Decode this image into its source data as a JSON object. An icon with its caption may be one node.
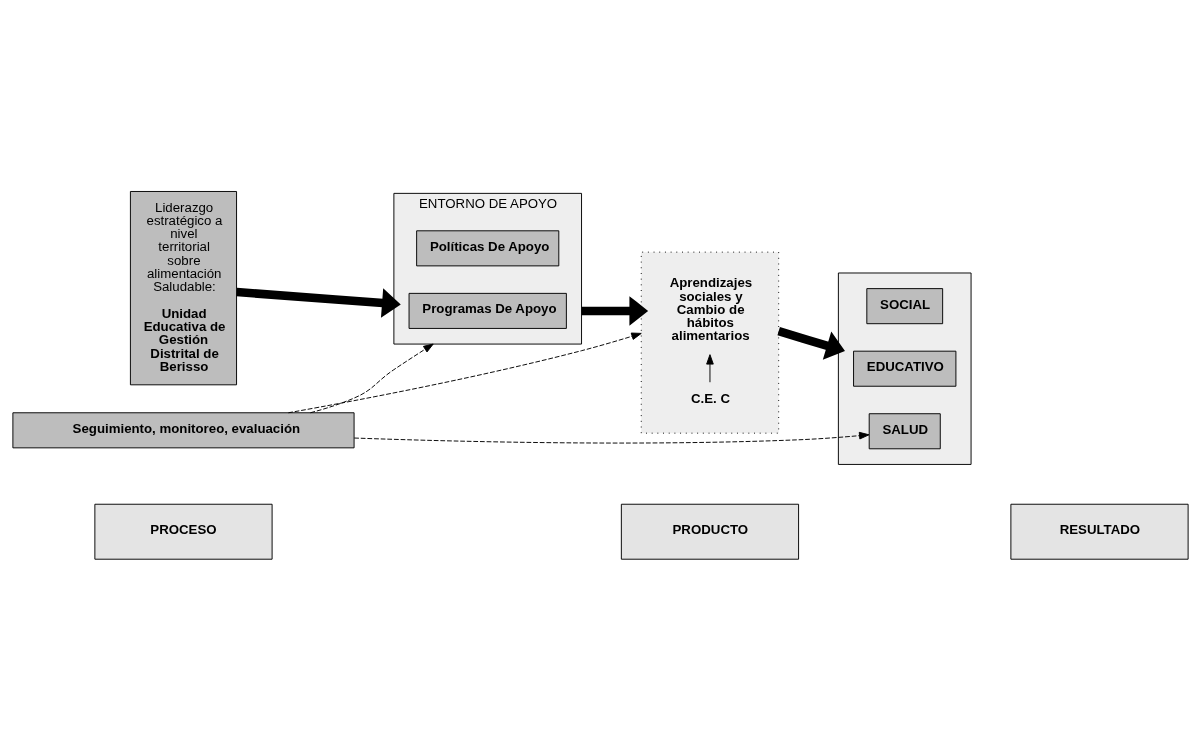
{
  "diagram": {
    "nodes": [
      {
        "text": [
          "PROCESO"
        ]
      },
      {
        "text": [
          "PRODUCTO"
        ]
      },
      {
        "text": [
          "RESULTADO"
        ]
      },
      {
        "text": [
          "Liderazgo estratégico a nivel territorial sobre alimentación Saludable:",
          "Unidad Educativa de Gestión Distrital de Berisso"
        ]
      },
      {
        "text": [
          "ENTORNO DE APOYO"
        ]
      },
      {
        "text": [
          "Políticas De Apoyo"
        ],
        "in": 4
      },
      {
        "text": [
          "Programas De Apoyo"
        ],
        "in": 4
      },
      {
        "text": [],
        "shape": "box"
      },
      {
        "text": [
          "C.E. C"
        ],
        "in": 7
      },
      {
        "text": [
          "Aprendizajes sociales y Cambio de hábitos alimentarios"
        ],
        "in": 7
      },
      {
        "text": [],
        "shape": "box"
      },
      {
        "text": [
          "SOCIAL"
        ],
        "in": 10
      },
      {
        "text": [
          "EDUCATIVO"
        ],
        "in": 10
      },
      {
        "text": [
          "SALUD"
        ],
        "in": 10
      },
      {
        "text": [
          "Seguimiento, monitoreo, evaluación"
        ]
      }
    ],
    "edges": [
      {
        "from": 3,
        "to": 4,
        "arrow": "to",
        "style": "thick"
      },
      {
        "from": 4,
        "to": 7,
        "arrow": "to",
        "style": "thick"
      },
      {
        "from": 8,
        "to": 9,
        "arrow": "to"
      },
      {
        "from": 7,
        "to": 10,
        "arrow": "to",
        "style": "thick"
      },
      {
        "from": 14,
        "to": 4,
        "arrow": "to",
        "style": "dashed"
      },
      {
        "from": 14,
        "to": 7,
        "arrow": "to",
        "style": "dashed"
      },
      {
        "from": 14,
        "to": 13,
        "arrow": "to",
        "style": "dashed"
      }
    ]
  }
}
